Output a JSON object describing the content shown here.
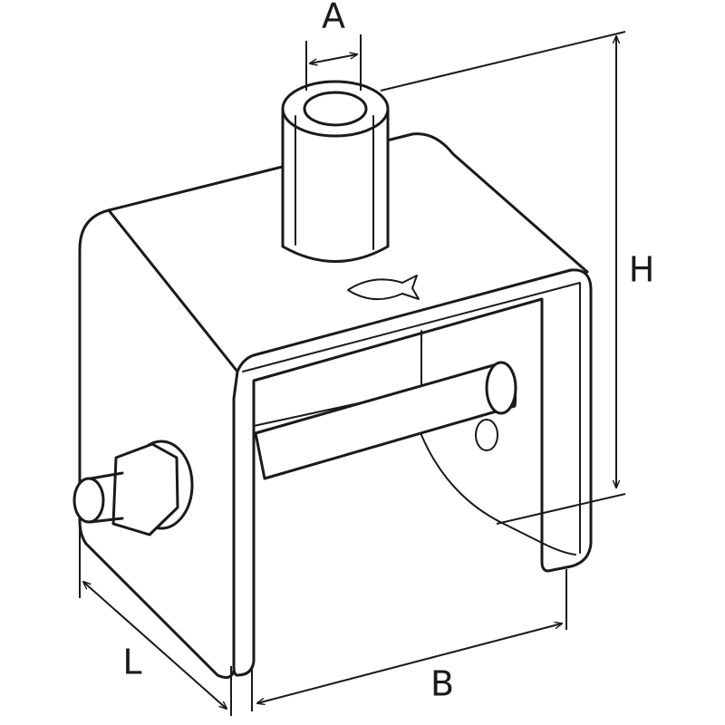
{
  "dimensions": {
    "a": "A",
    "b": "B",
    "h": "H",
    "l": "L"
  },
  "icons": {
    "dimension_arrow": "arrow-icon",
    "logo": "fish-logo-icon"
  }
}
